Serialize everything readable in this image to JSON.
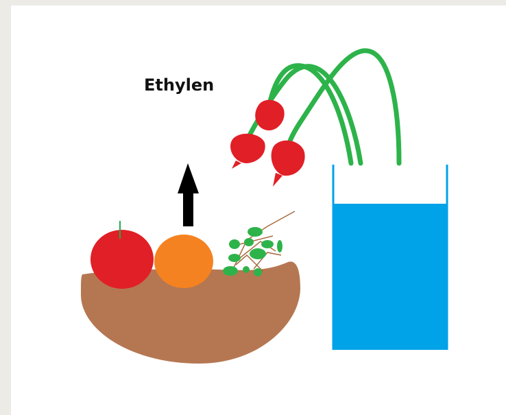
{
  "diagram": {
    "label": "Ethylen",
    "colors": {
      "background": "#ecebe6",
      "panel": "#ffffff",
      "bowl": "#b57752",
      "apple": "#e11f26",
      "apple_stem": "#1fae4a",
      "orange": "#f58220",
      "grapes": "#2db34a",
      "grape_stems": "#a86a3d",
      "stems": "#2db34a",
      "flowers": "#e11f26",
      "water": "#00a2e8",
      "glass": "#00a2e8",
      "arrow": "#000000"
    },
    "objects": [
      "fruit-bowl",
      "apple",
      "orange",
      "grapes",
      "arrow-up",
      "vase-with-water",
      "wilting-flowers"
    ]
  }
}
